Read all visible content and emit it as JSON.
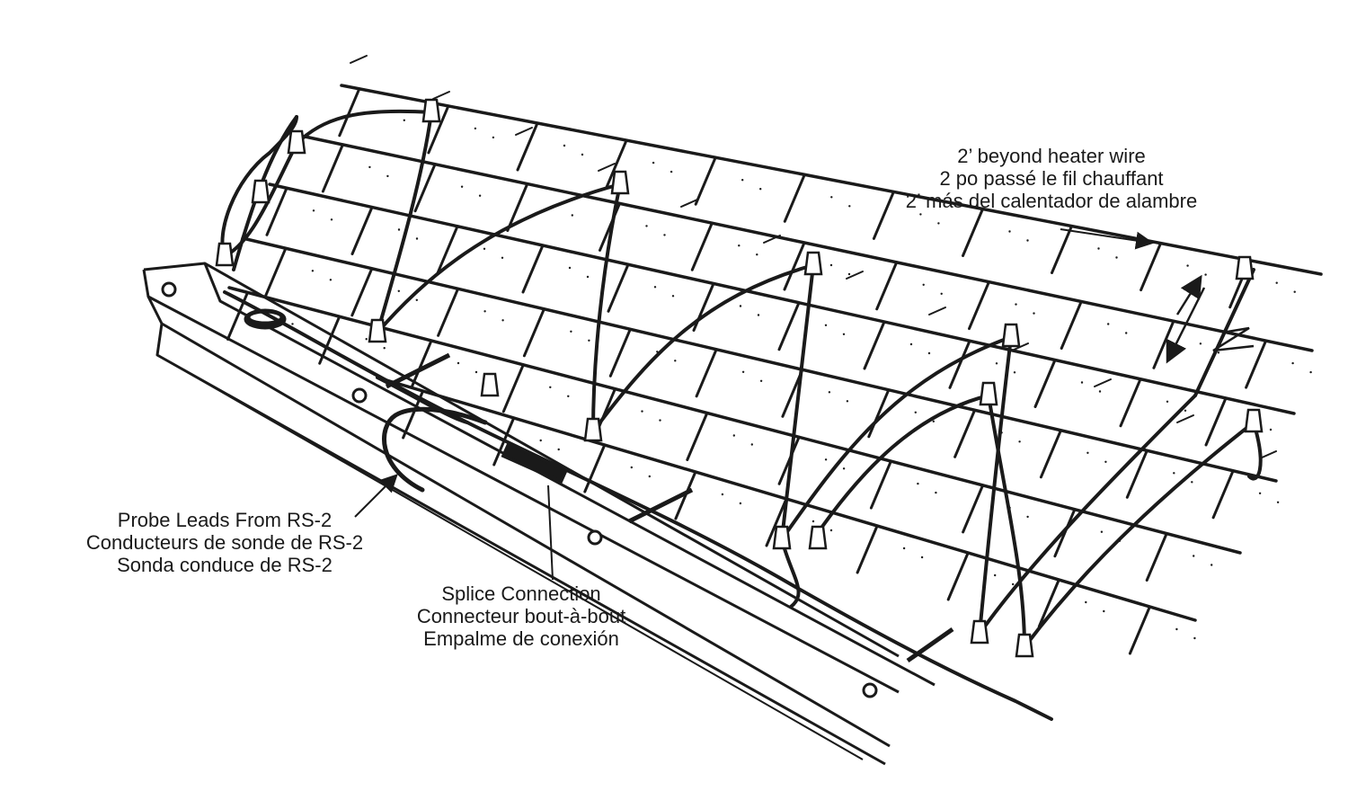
{
  "callouts": {
    "beyond": [
      "2’ beyond heater wire",
      "2 po passé le fil chauffant",
      "2’ más del calentador de alambre"
    ],
    "probe": [
      "Probe Leads From RS-2",
      "Conducteurs de sonde de RS-2",
      "Sonda conduce de RS-2"
    ],
    "splice": [
      "Splice Connection",
      "Connecteur bout-à-bout",
      "Empalme de conexión"
    ]
  },
  "colors": {
    "ink": "#1a1a1a",
    "background": "#ffffff"
  }
}
